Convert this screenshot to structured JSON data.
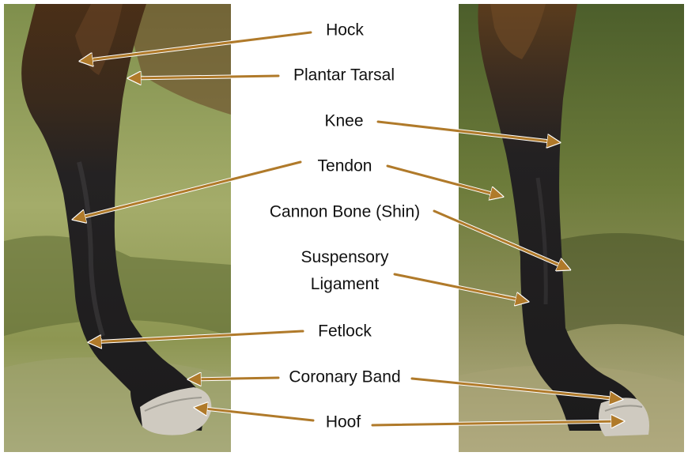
{
  "labels": {
    "hock": "Hock",
    "plantar_tarsal": "Plantar Tarsal",
    "knee": "Knee",
    "tendon": "Tendon",
    "cannon_bone": "Cannon Bone (Shin)",
    "suspensory_line1": "Suspensory",
    "suspensory_line2": "Ligament",
    "fetlock": "Fetlock",
    "coronary_band": "Coronary Band",
    "hoof": "Hoof"
  },
  "photos": {
    "left": "hind-leg-photo",
    "right": "front-leg-photo"
  },
  "colors": {
    "arrow": "#b07a2a",
    "arrow_outline": "#ffffff",
    "label_text": "#111111",
    "grass_light": "#8fa05a",
    "grass_dark": "#3d4a24",
    "coat_brown": "#5a3a1c",
    "leg_dark": "#1d1c1d",
    "hoof": "#cfcac0"
  }
}
